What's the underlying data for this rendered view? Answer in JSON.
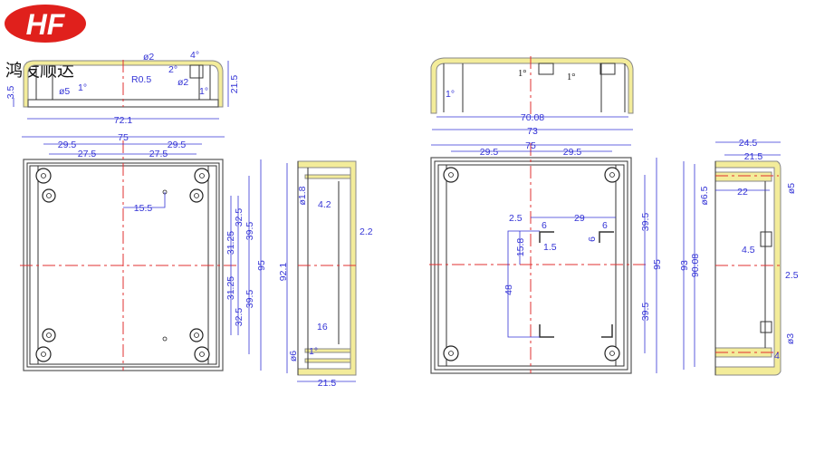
{
  "brand": {
    "logo_text": "HF",
    "company_name": "鸿发顺达",
    "logo_color": "#e0201c"
  },
  "colors": {
    "dimension": "#3434d6",
    "centerline": "#e23030",
    "section_fill": "#f3ec9a"
  },
  "view_top_left_section": {
    "width": "72.1",
    "height": "21.5",
    "base": "3.5",
    "phi2_a": "ø2",
    "r": "R0.5",
    "deg2": "2°",
    "deg4": "4°",
    "phi2_b": "ø2",
    "deg1_a": "1°",
    "deg1_b": "1°",
    "phi5": "ø5"
  },
  "view_left_plan": {
    "width": "75",
    "span_outer": [
      "29.5",
      "29.5"
    ],
    "span_inner": [
      "27.5",
      "27.5"
    ],
    "offset": "15.5",
    "height": "95",
    "v_outer": [
      "39.5",
      "39.5"
    ],
    "v_mid": [
      "32.5",
      "32.5"
    ],
    "v_inner": [
      "31.25",
      "31.25"
    ]
  },
  "view_left_side": {
    "height": "92.1",
    "width": "21.5",
    "phi18": "ø1.8",
    "d42": "4.2",
    "wall": "2.2",
    "d16": "16",
    "phi6": "ø6",
    "deg1": "1°"
  },
  "view_right_section": {
    "inner": "70.08",
    "outer": "73",
    "deg1_a": "1°",
    "deg1_b": "1°",
    "deg1_c": "1°"
  },
  "view_right_plan": {
    "width": "75",
    "span": [
      "29.5",
      "29.5"
    ],
    "height": "95",
    "v": [
      "39.5",
      "39.5"
    ],
    "d25": "2.5",
    "d29": "29",
    "d6_a": "6",
    "d6_b": "6",
    "d6_c": "6",
    "d158": "15.8",
    "d15": "1.5",
    "d48": "48"
  },
  "view_right_side": {
    "w245": "24.5",
    "w215": "21.5",
    "d22": "22",
    "phi65": "ø6.5",
    "phi5": "ø5",
    "h93": "93",
    "h9008": "90.08",
    "d45": "4.5",
    "d25": "2.5",
    "phi3": "ø3",
    "d4": "4"
  }
}
